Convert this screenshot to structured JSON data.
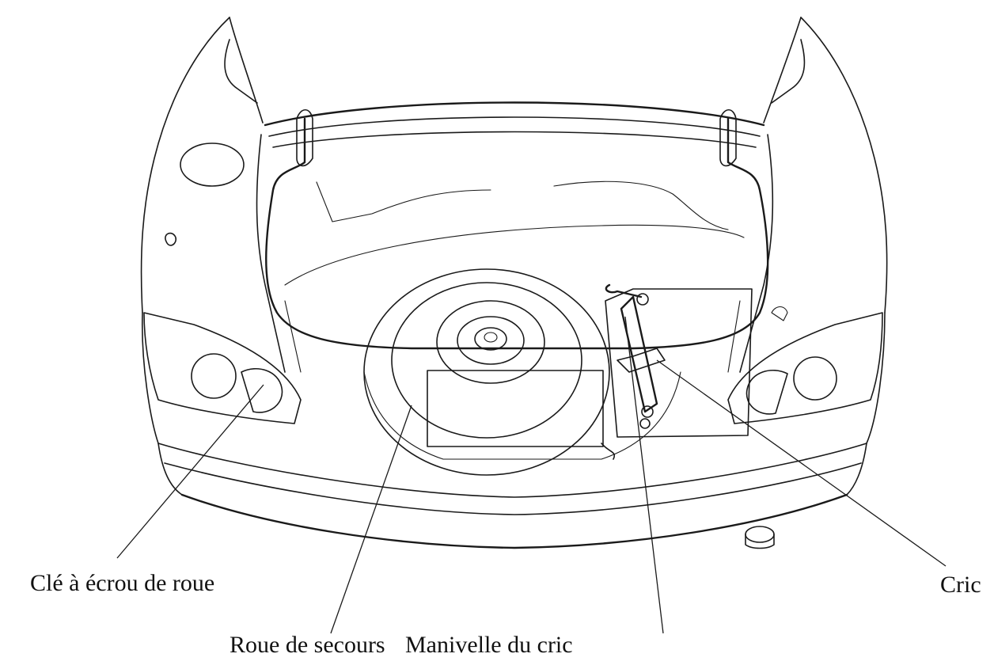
{
  "figure": {
    "subject": "car-trunk-open"
  },
  "labels": {
    "wrench": "Clé à écrou de roue",
    "spare_wheel": "Roue de secours",
    "jack_handle": "Manivelle du cric",
    "jack": "Cric"
  },
  "colors": {
    "line": "#1a1a1a",
    "background": "#ffffff"
  }
}
